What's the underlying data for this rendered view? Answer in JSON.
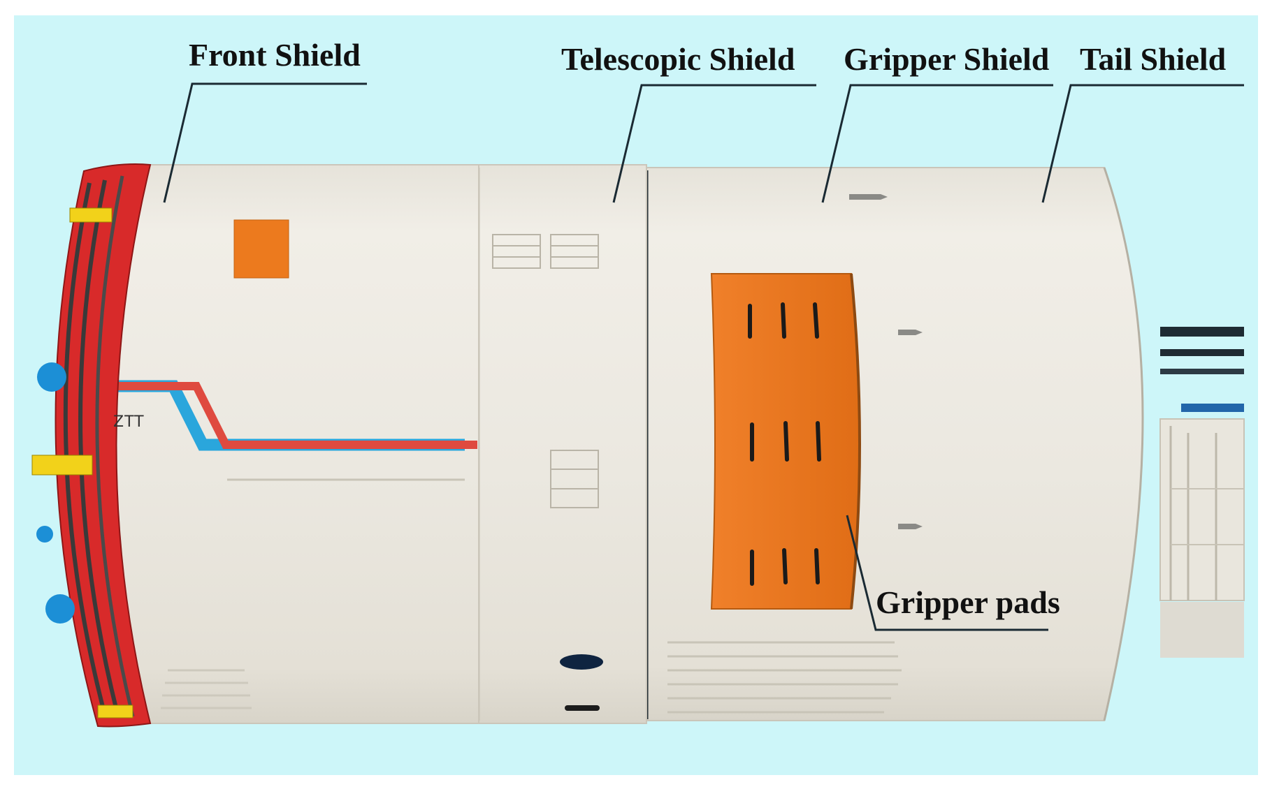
{
  "labels": {
    "front_shield": "Front Shield",
    "telescopic_shield": "Telescopic Shield",
    "gripper_shield": "Gripper Shield",
    "tail_shield": "Tail Shield",
    "gripper_pads": "Gripper pads"
  },
  "machine_mark": "ZTT",
  "colors": {
    "background": "#cdf6f9",
    "shell": "#ece9e1",
    "gripper_pad": "#ec7a1e",
    "cutterhead": "#d82a2a",
    "stripe_blue": "#2aa6dc",
    "stripe_red": "#df4a3f",
    "leader_line": "#1a2a33"
  }
}
